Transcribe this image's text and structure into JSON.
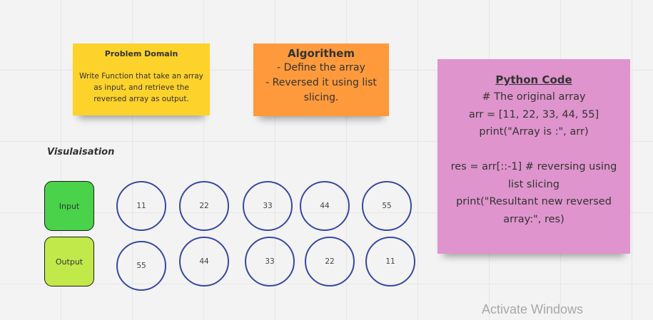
{
  "problem_domain": {
    "title": "Problem Domain",
    "body": "Write Function that take an array as input, and retrieve the reversed array as output."
  },
  "algorithm": {
    "title": "Algorithem",
    "body": "- Define the array\n- Reversed it using list slicing."
  },
  "python_code": {
    "title": "Python Code ",
    "body": "# The original array\narr = [11, 22, 33, 44, 55]\nprint(\"Array is :\", arr)\n\nres = arr[::-1] # reversing using list slicing\nprint(\"Resultant new reversed array:\", res)"
  },
  "visualisation": {
    "heading": "Visulaisation",
    "input": {
      "label": "Input",
      "values": [
        "11",
        "22",
        "33",
        "44",
        "55"
      ]
    },
    "output": {
      "label": "Output",
      "values": [
        "55",
        "44",
        "33",
        "22",
        "11"
      ]
    }
  },
  "watermark": "Activate Windows",
  "colors": {
    "problem_sticky": "#fdd22a",
    "algorithm_sticky": "#fe9a3c",
    "python_sticky": "#df94cd",
    "input_box": "#4ad24a",
    "output_box": "#c1e94a",
    "circle_border": "#3648a5"
  }
}
